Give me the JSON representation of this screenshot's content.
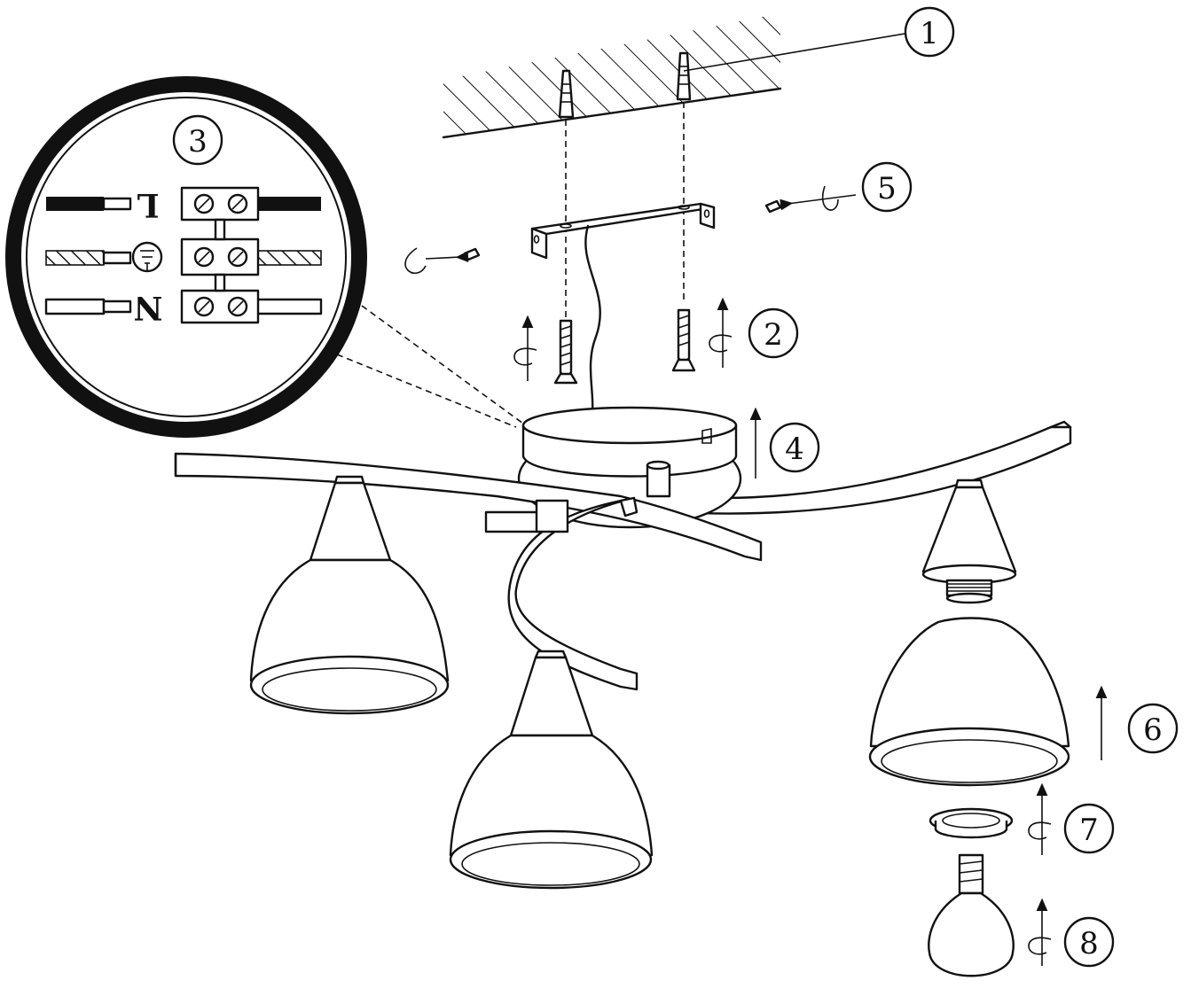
{
  "callouts": {
    "c1": "1",
    "c2": "2",
    "c3": "3",
    "c4": "4",
    "c5": "5",
    "c6": "6",
    "c7": "7",
    "c8": "8"
  },
  "wiring": {
    "live_label": "L",
    "neutral_label": "N",
    "earth_symbol": "earth-ground-icon"
  },
  "colors": {
    "line": "#111111",
    "background": "#ffffff"
  }
}
